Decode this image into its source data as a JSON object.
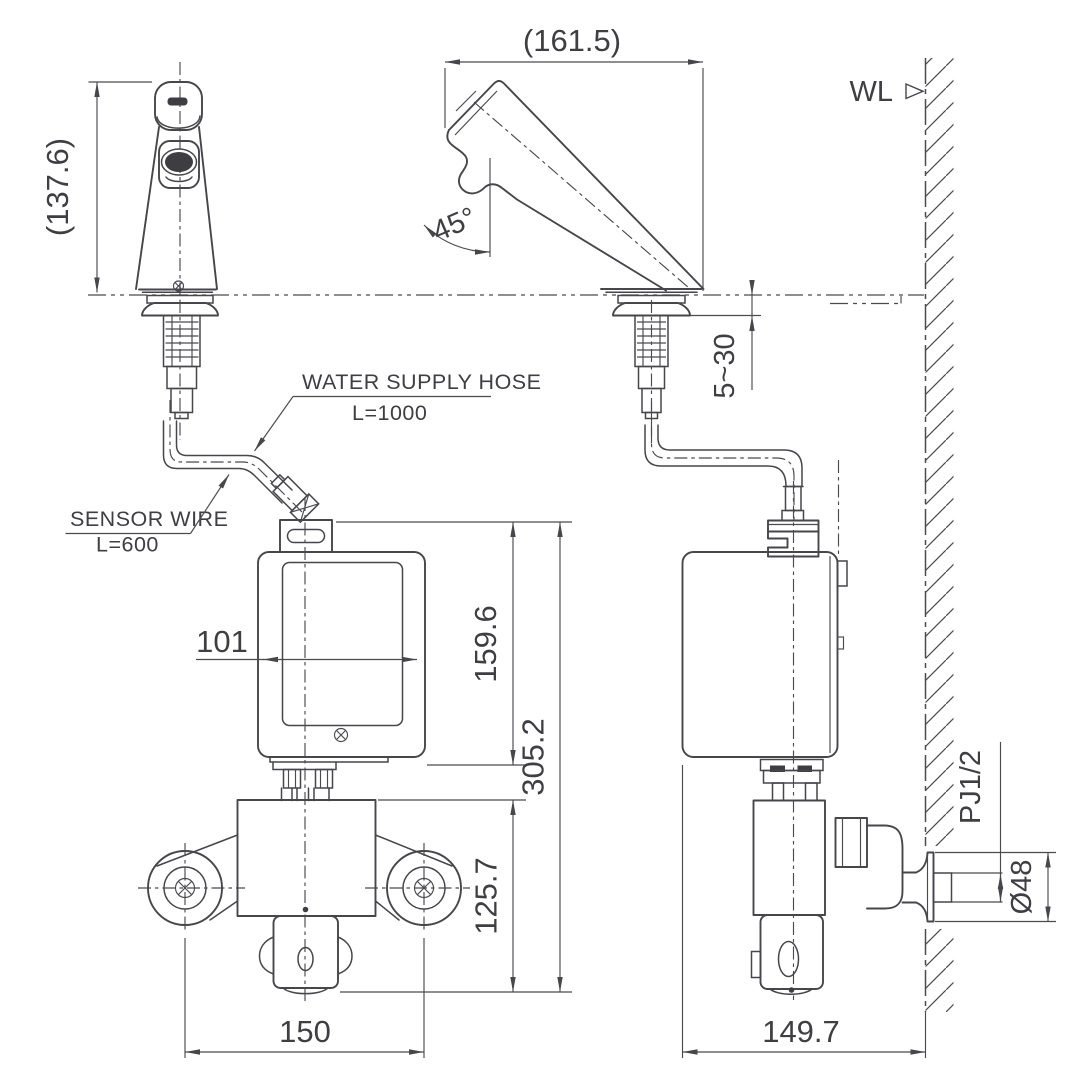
{
  "dimensions": {
    "spout_reach": "(161.5)",
    "faucet_height": "(137.6)",
    "spout_angle": "45°",
    "counter_thickness": "5~30",
    "controller_width": "101",
    "controller_height": "159.6",
    "overall_height": "305.2",
    "valve_height": "125.7",
    "valve_center_span": "150",
    "wall_distance": "149.7",
    "flange_diameter": "Ø48",
    "pipe_thread": "PJ1/2"
  },
  "annotations": {
    "wall_line": "WL",
    "hose_label": "WATER SUPPLY HOSE",
    "hose_length": "L=1000",
    "wire_label": "SENSOR WIRE",
    "wire_length": "L=600"
  },
  "colors": {
    "line": "#46464b",
    "text": "#3e3e43",
    "background": "#ffffff",
    "dark_fill": "#3d3d42"
  }
}
